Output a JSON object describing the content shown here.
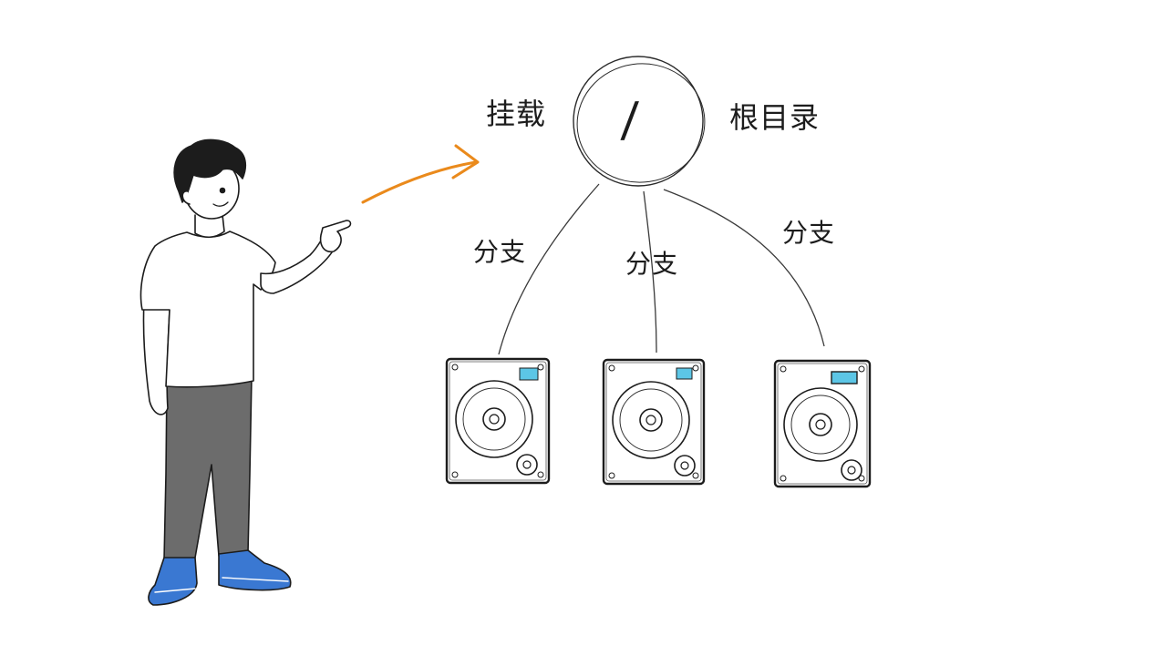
{
  "diagram": {
    "mount_label": "挂载",
    "root_label": "根目录",
    "root_symbol": "/",
    "branches": [
      "分支",
      "分支",
      "分支"
    ]
  },
  "colors": {
    "ink": "#1c1c1c",
    "arrow": "#ea8a1c",
    "disk_indicator": "#5cc6e6",
    "pants": "#6c6c6c",
    "shoes": "#3a78d2"
  },
  "icons": {
    "disks": [
      "hard-disk-icon",
      "hard-disk-icon",
      "hard-disk-icon"
    ],
    "person": "person-pointing-illustration",
    "arrow": "curved-arrow-icon"
  }
}
